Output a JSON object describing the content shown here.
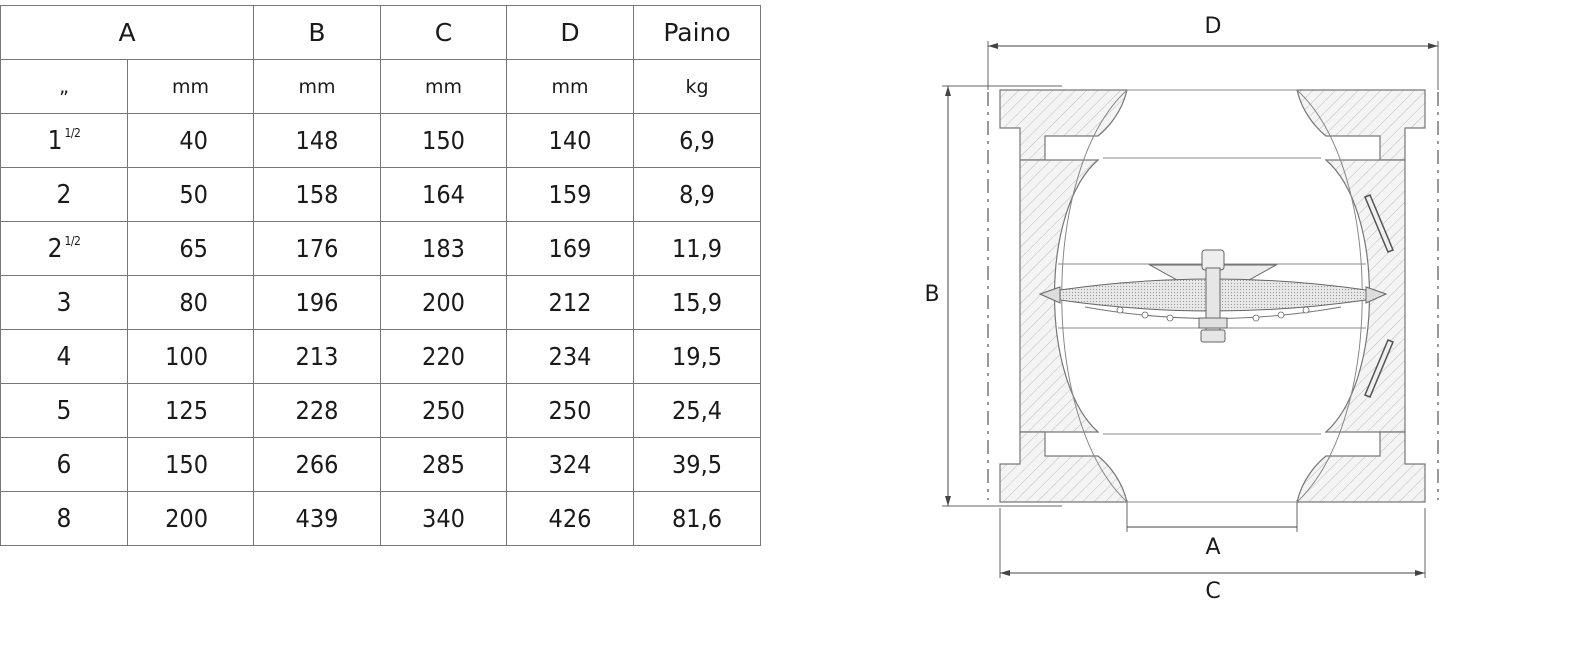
{
  "table": {
    "headers": [
      "A",
      "B",
      "C",
      "D",
      "Paino"
    ],
    "units": [
      "„",
      "mm",
      "mm",
      "mm",
      "mm",
      "kg"
    ],
    "rows": [
      {
        "inch": "1",
        "frac": "1/2",
        "mm": "40",
        "b": "148",
        "c": "150",
        "d": "140",
        "kg": "6,9"
      },
      {
        "inch": "2",
        "frac": "",
        "mm": "50",
        "b": "158",
        "c": "164",
        "d": "159",
        "kg": "8,9"
      },
      {
        "inch": "2",
        "frac": "1/2",
        "mm": "65",
        "b": "176",
        "c": "183",
        "d": "169",
        "kg": "11,9"
      },
      {
        "inch": "3",
        "frac": "",
        "mm": "80",
        "b": "196",
        "c": "200",
        "d": "212",
        "kg": "15,9"
      },
      {
        "inch": "4",
        "frac": "",
        "mm": "100",
        "b": "213",
        "c": "220",
        "d": "234",
        "kg": "19,5"
      },
      {
        "inch": "5",
        "frac": "",
        "mm": "125",
        "b": "228",
        "c": "250",
        "d": "250",
        "kg": "25,4"
      },
      {
        "inch": "6",
        "frac": "",
        "mm": "150",
        "b": "266",
        "c": "285",
        "d": "324",
        "kg": "39,5"
      },
      {
        "inch": "8",
        "frac": "",
        "mm": "200",
        "b": "439",
        "c": "340",
        "d": "426",
        "kg": "81,6"
      }
    ]
  },
  "drawing": {
    "label_a": "A",
    "label_b": "B",
    "label_c": "C",
    "label_d": "D"
  }
}
